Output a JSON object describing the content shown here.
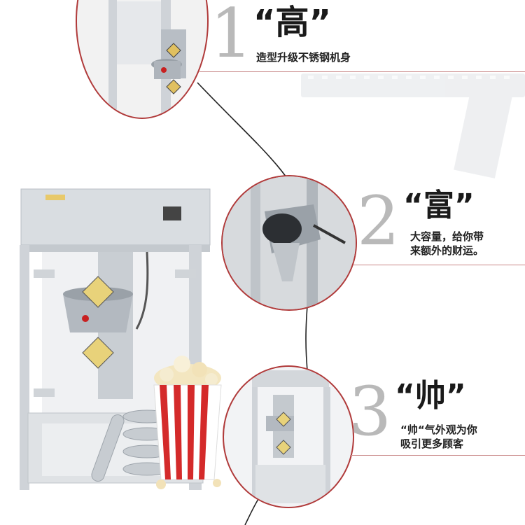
{
  "features": [
    {
      "number": "1",
      "keyword": "“高”",
      "desc_lines": [
        "造型升级不锈钢机身"
      ]
    },
    {
      "number": "2",
      "keyword": "“富”",
      "desc_lines": [
        "大容量，给你带",
        "来额外的财运。"
      ]
    },
    {
      "number": "3",
      "keyword": "“帅”",
      "desc_lines": [
        "“帅“气外观为你",
        "吸引更多顾客"
      ]
    }
  ],
  "colors": {
    "number": "#b9b9b9",
    "accent_line": "#c98888",
    "circle_border": "#b03a3a",
    "steel": "#cfd3d8"
  }
}
